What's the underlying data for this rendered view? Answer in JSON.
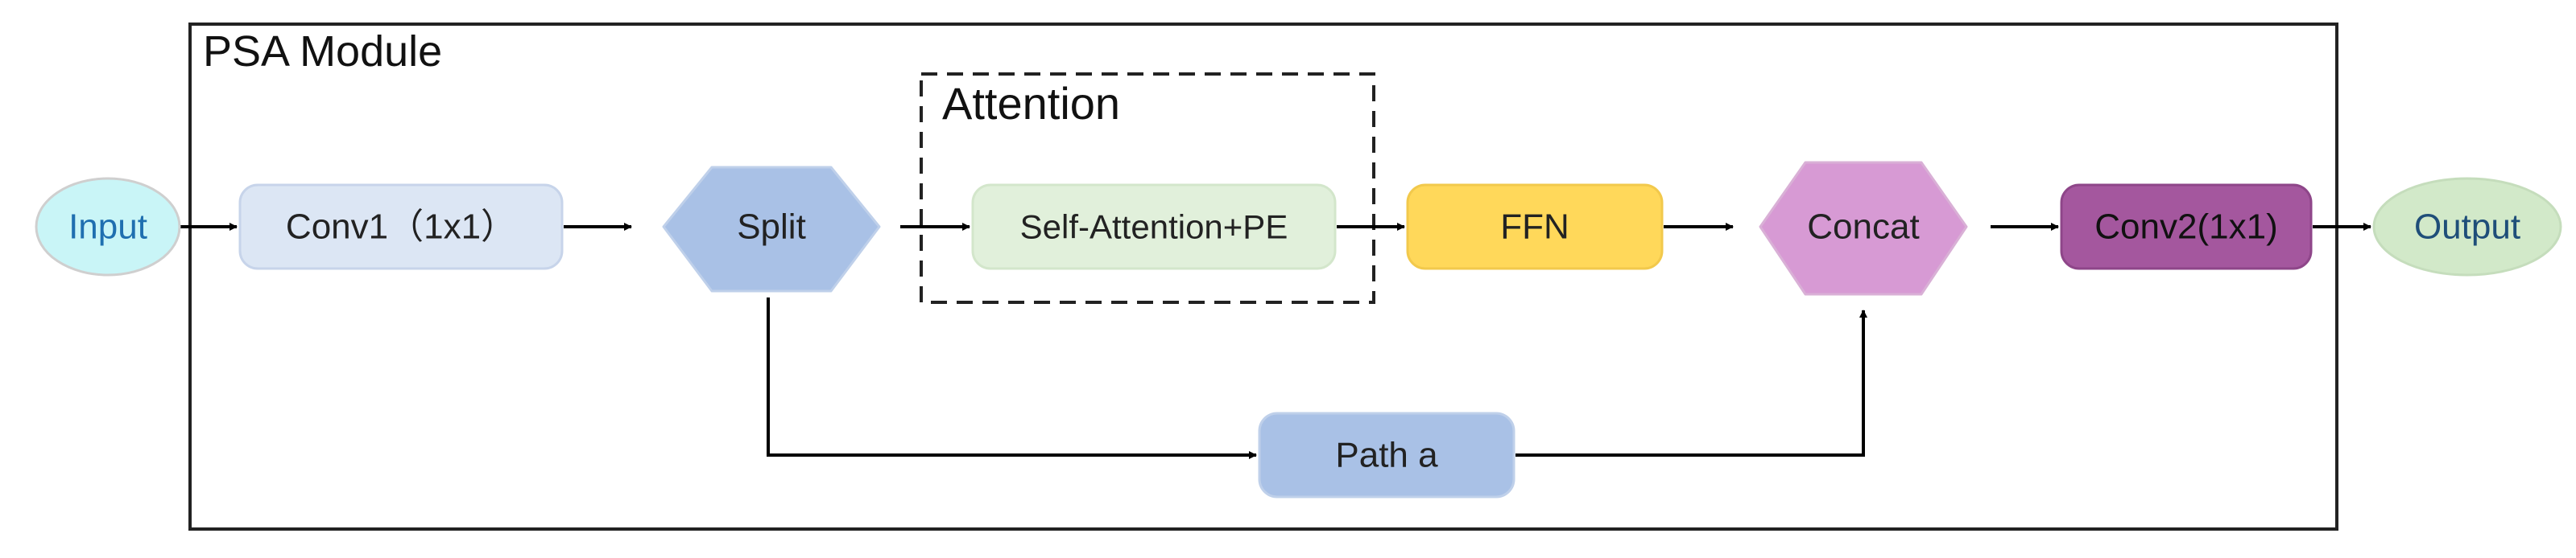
{
  "module_title": "PSA Module",
  "attention_title": "Attention",
  "nodes": {
    "input": "Input",
    "conv1": "Conv1（1x1）",
    "split": "Split",
    "self_attention": "Self-Attention+PE",
    "ffn": "FFN",
    "concat": "Concat",
    "conv2": "Conv2(1x1)",
    "output": "Output",
    "path_a": "Path a"
  },
  "colors": {
    "input_fill": "#C9F5F7",
    "input_text": "#1F6FB0",
    "conv1_fill": "#DCE6F4",
    "split_fill": "#A9C1E6",
    "self_attention_fill": "#E1F0DB",
    "ffn_fill": "#FFD85A",
    "concat_fill": "#D79AD4",
    "conv2_fill": "#A4579E",
    "output_fill": "#D2E9C9",
    "output_text": "#1F4E79",
    "path_a_fill": "#A9C1E6"
  }
}
